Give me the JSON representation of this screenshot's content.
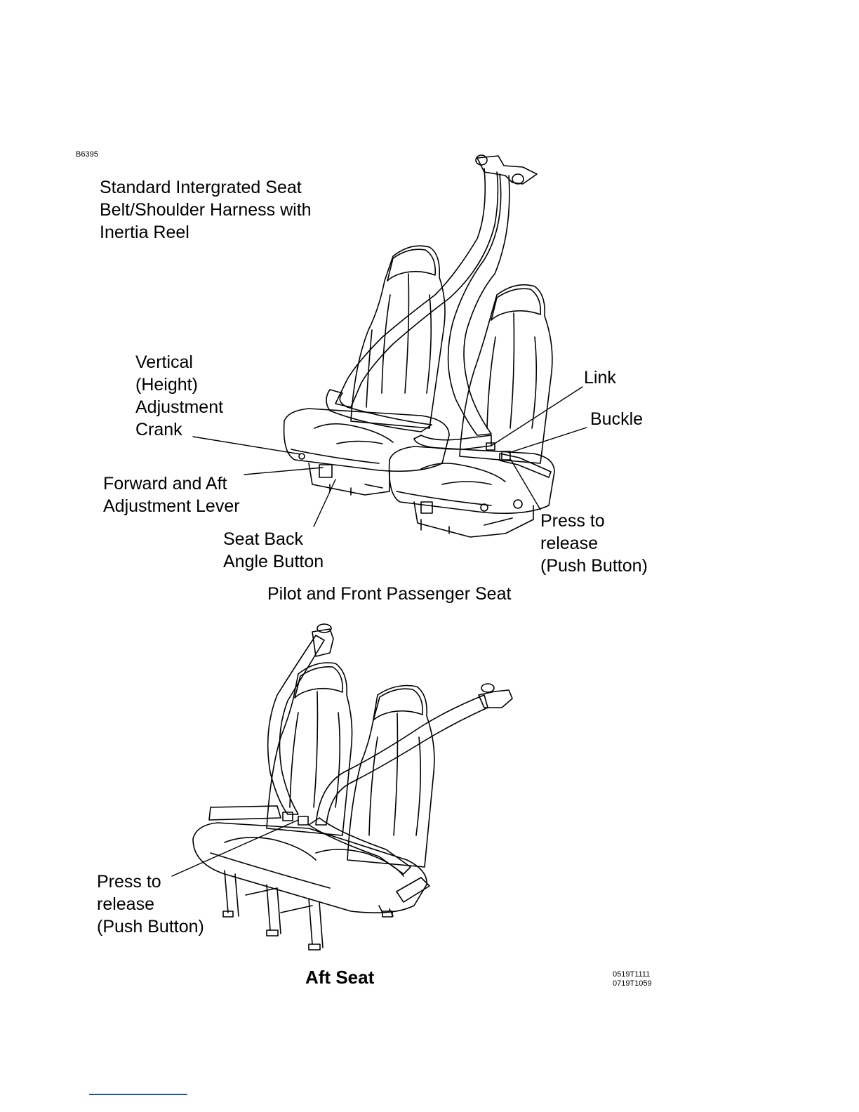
{
  "figure_id": "B6395",
  "labels": {
    "harness": "Standard Intergrated Seat\nBelt/Shoulder Harness with\nInertia Reel",
    "vertical": "Vertical\n(Height)\nAdjustment\nCrank",
    "link": "Link",
    "buckle": "Buckle",
    "fwd_aft": "Forward and Aft\nAdjustment Lever",
    "seat_back": "Seat Back\nAngle Button",
    "press_front": "Press to\nrelease\n(Push Button)",
    "press_aft": "Press to\nrelease\n(Push Button)"
  },
  "captions": {
    "front": "Pilot and Front Passenger Seat",
    "aft": "Aft Seat"
  },
  "refs": {
    "ref1": "0519T1111",
    "ref2": "0719T1059"
  },
  "colors": {
    "line": "#000000",
    "footer_rule": "#1a56b0"
  }
}
